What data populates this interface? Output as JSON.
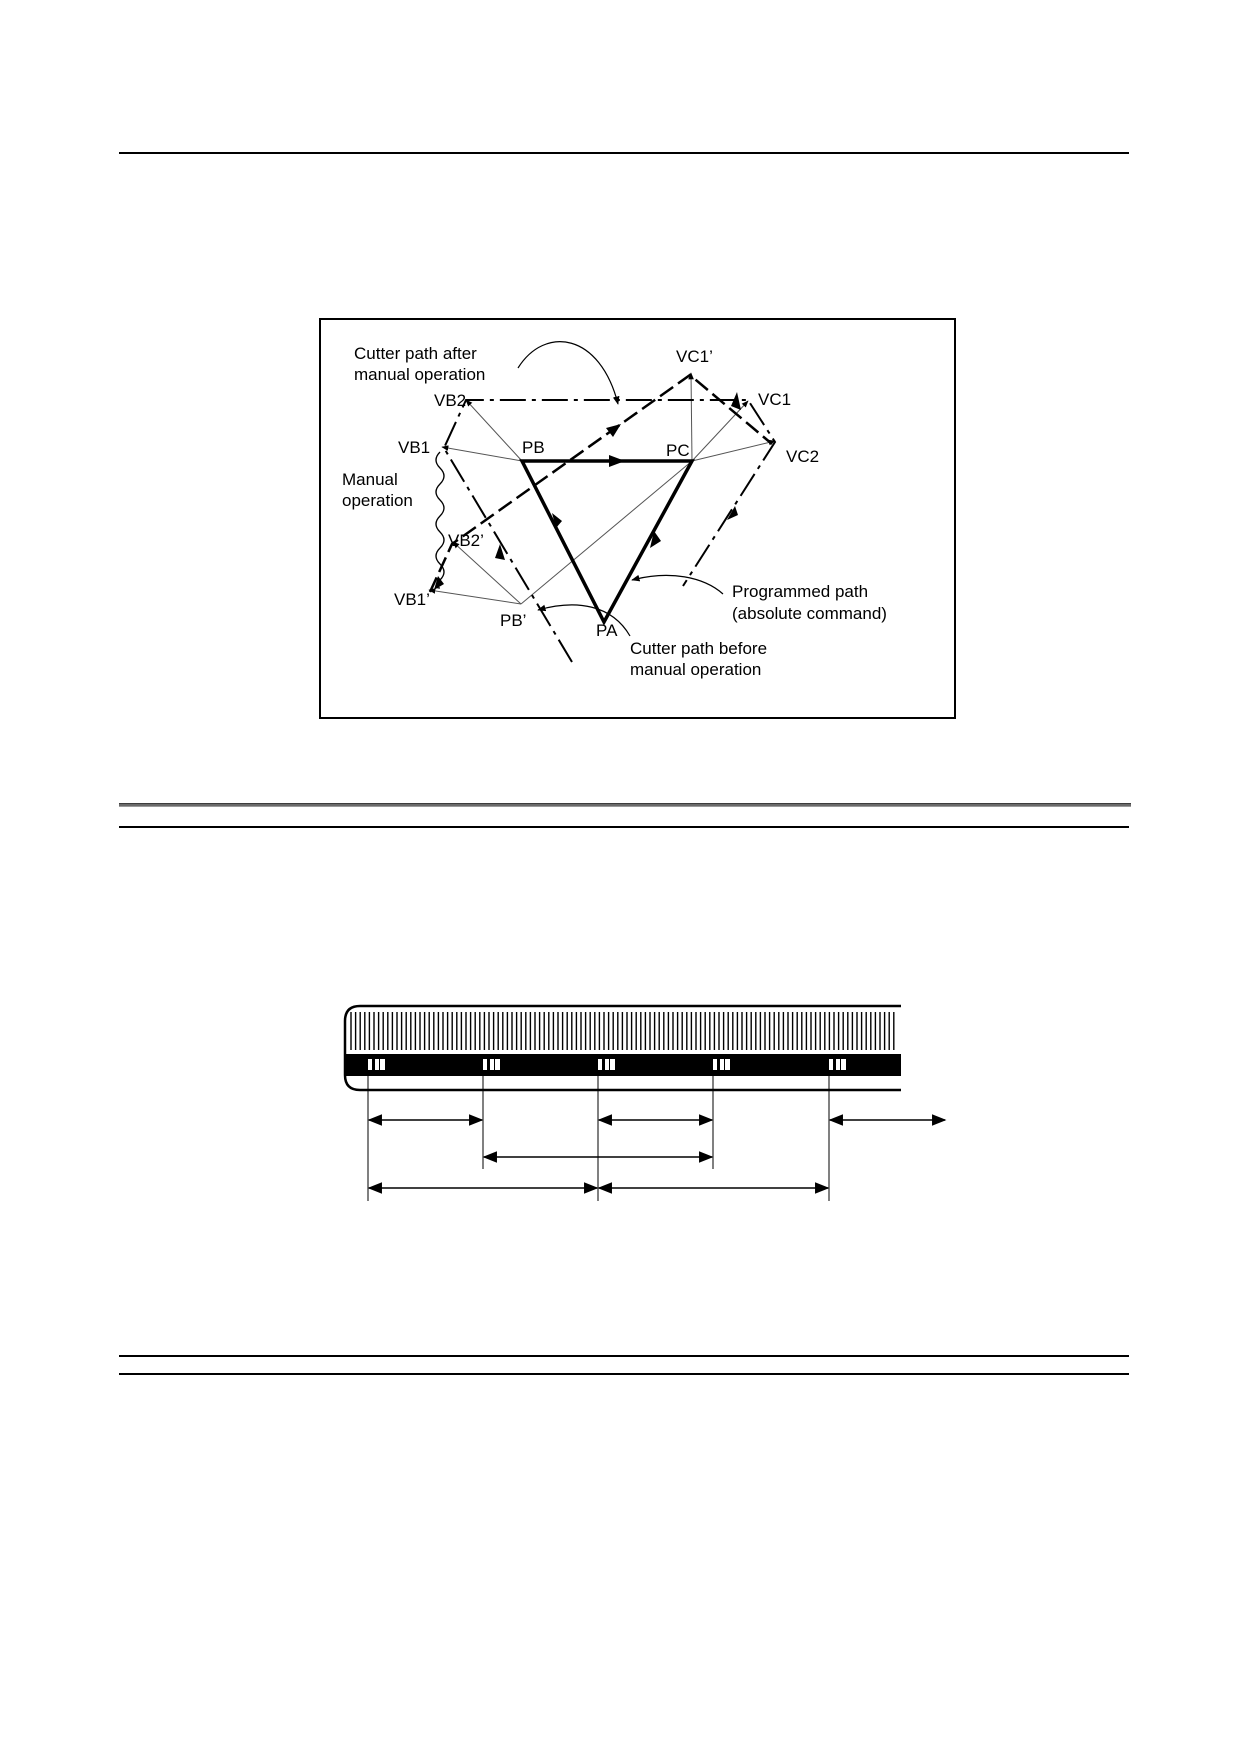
{
  "figure1": {
    "labels": {
      "vc1p": "VC1’",
      "vb2": "VB2",
      "vc1": "VC1",
      "vb1": "VB1",
      "pb": "PB",
      "pc": "PC",
      "vc2": "VC2",
      "vb2p": "VB2’",
      "vb1p": "VB1’",
      "pbp": "PB’",
      "pa": "PA"
    },
    "captions": {
      "after_line1": "Cutter path after",
      "after_line2": "manual operation",
      "manual_line1": "Manual",
      "manual_line2": "operation",
      "programmed_line1": "Programmed path",
      "programmed_line2": "(absolute command)",
      "before_line1": "Cutter path before",
      "before_line2": "manual operation"
    }
  }
}
